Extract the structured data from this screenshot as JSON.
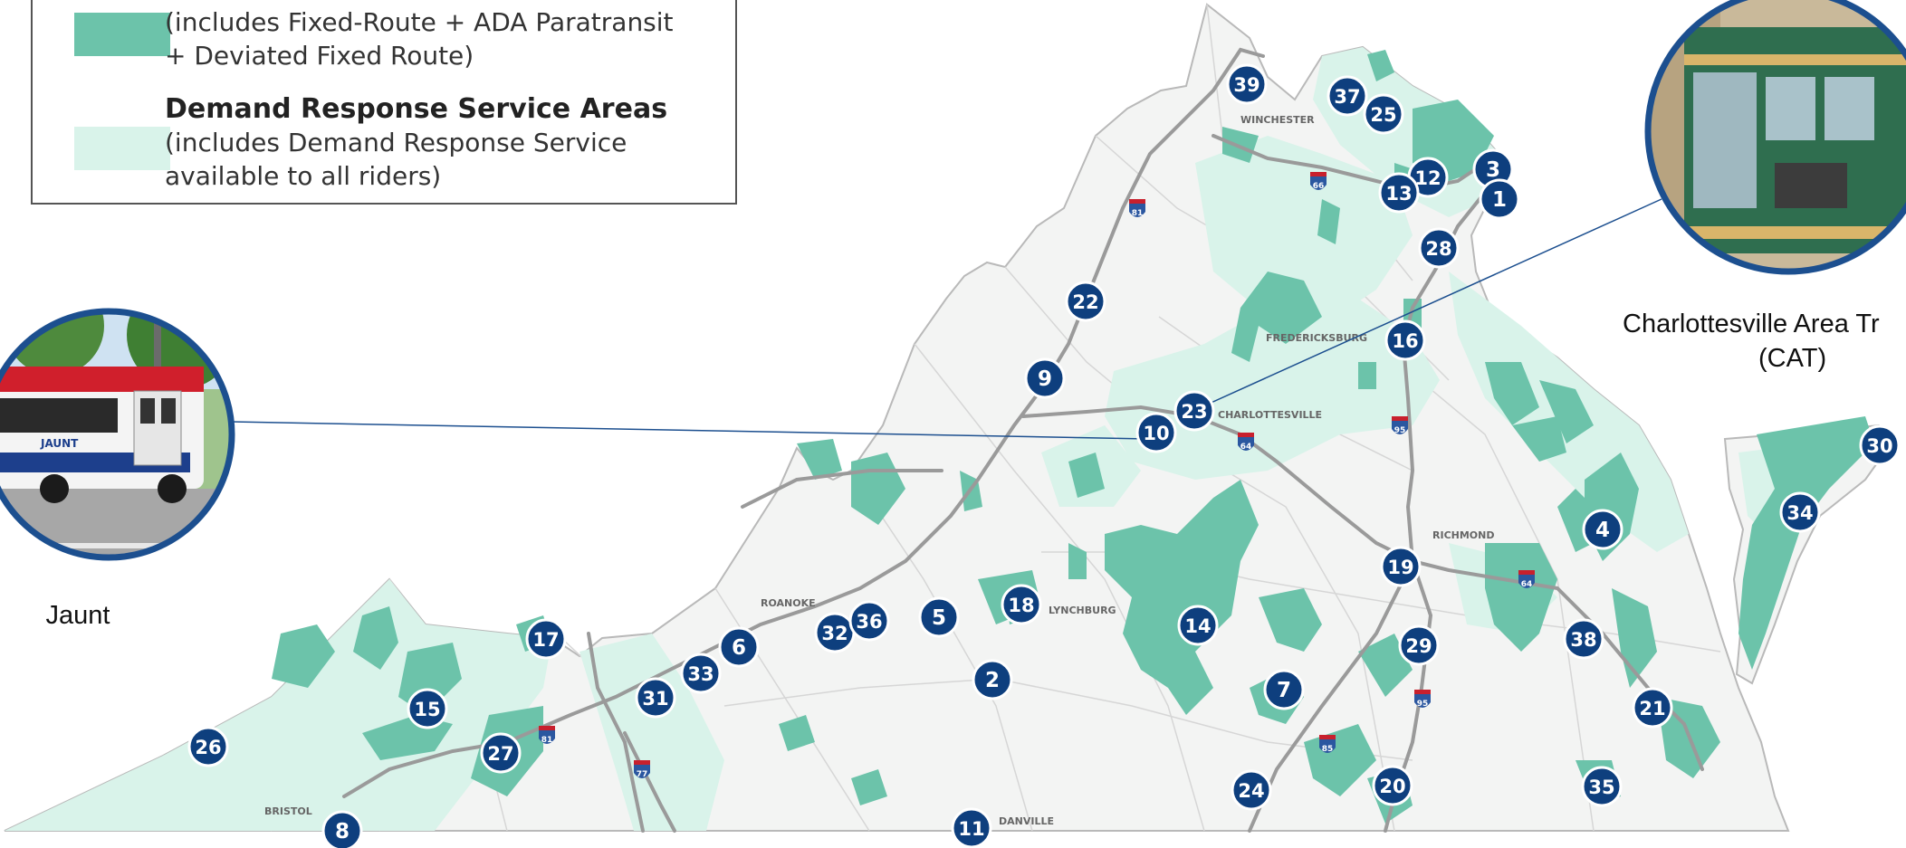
{
  "legend": {
    "fixed_route_desc_line1": "(includes Fixed-Route + ADA Paratransit",
    "fixed_route_desc_line2": "+ Deviated Fixed Route)",
    "demand_heading": "Demand Response Service Areas",
    "demand_desc_line1": "(includes Demand Response Service",
    "demand_desc_line2": "available to all riders)",
    "fixed_color": "#6cc3aa",
    "demand_color": "#d9f3ea"
  },
  "colors": {
    "marker": "#0e3f7e",
    "photo_ring": "#1c4f8f",
    "highway": "#9a9a9a",
    "state_fill": "#f3f4f3"
  },
  "photos": {
    "left_caption": "Jaunt",
    "right_caption_line1": "Charlottesville Area Tr",
    "right_caption_line2": "(CAT)"
  },
  "cities": [
    "WINCHESTER",
    "FREDERICKSBURG",
    "CHARLOTTESVILLE",
    "RICHMOND",
    "ROANOKE",
    "LYNCHBURG",
    "BRISTOL",
    "DANVILLE"
  ],
  "interstates": [
    "81",
    "66",
    "95",
    "64",
    "85",
    "77"
  ],
  "markers": [
    "39",
    "37",
    "25",
    "3",
    "12",
    "13",
    "1",
    "28",
    "22",
    "16",
    "9",
    "23",
    "10",
    "4",
    "19",
    "17",
    "6",
    "33",
    "31",
    "32",
    "36",
    "5",
    "18",
    "14",
    "29",
    "38",
    "15",
    "2",
    "7",
    "21",
    "26",
    "27",
    "24",
    "20",
    "35",
    "8",
    "11",
    "30",
    "34"
  ]
}
